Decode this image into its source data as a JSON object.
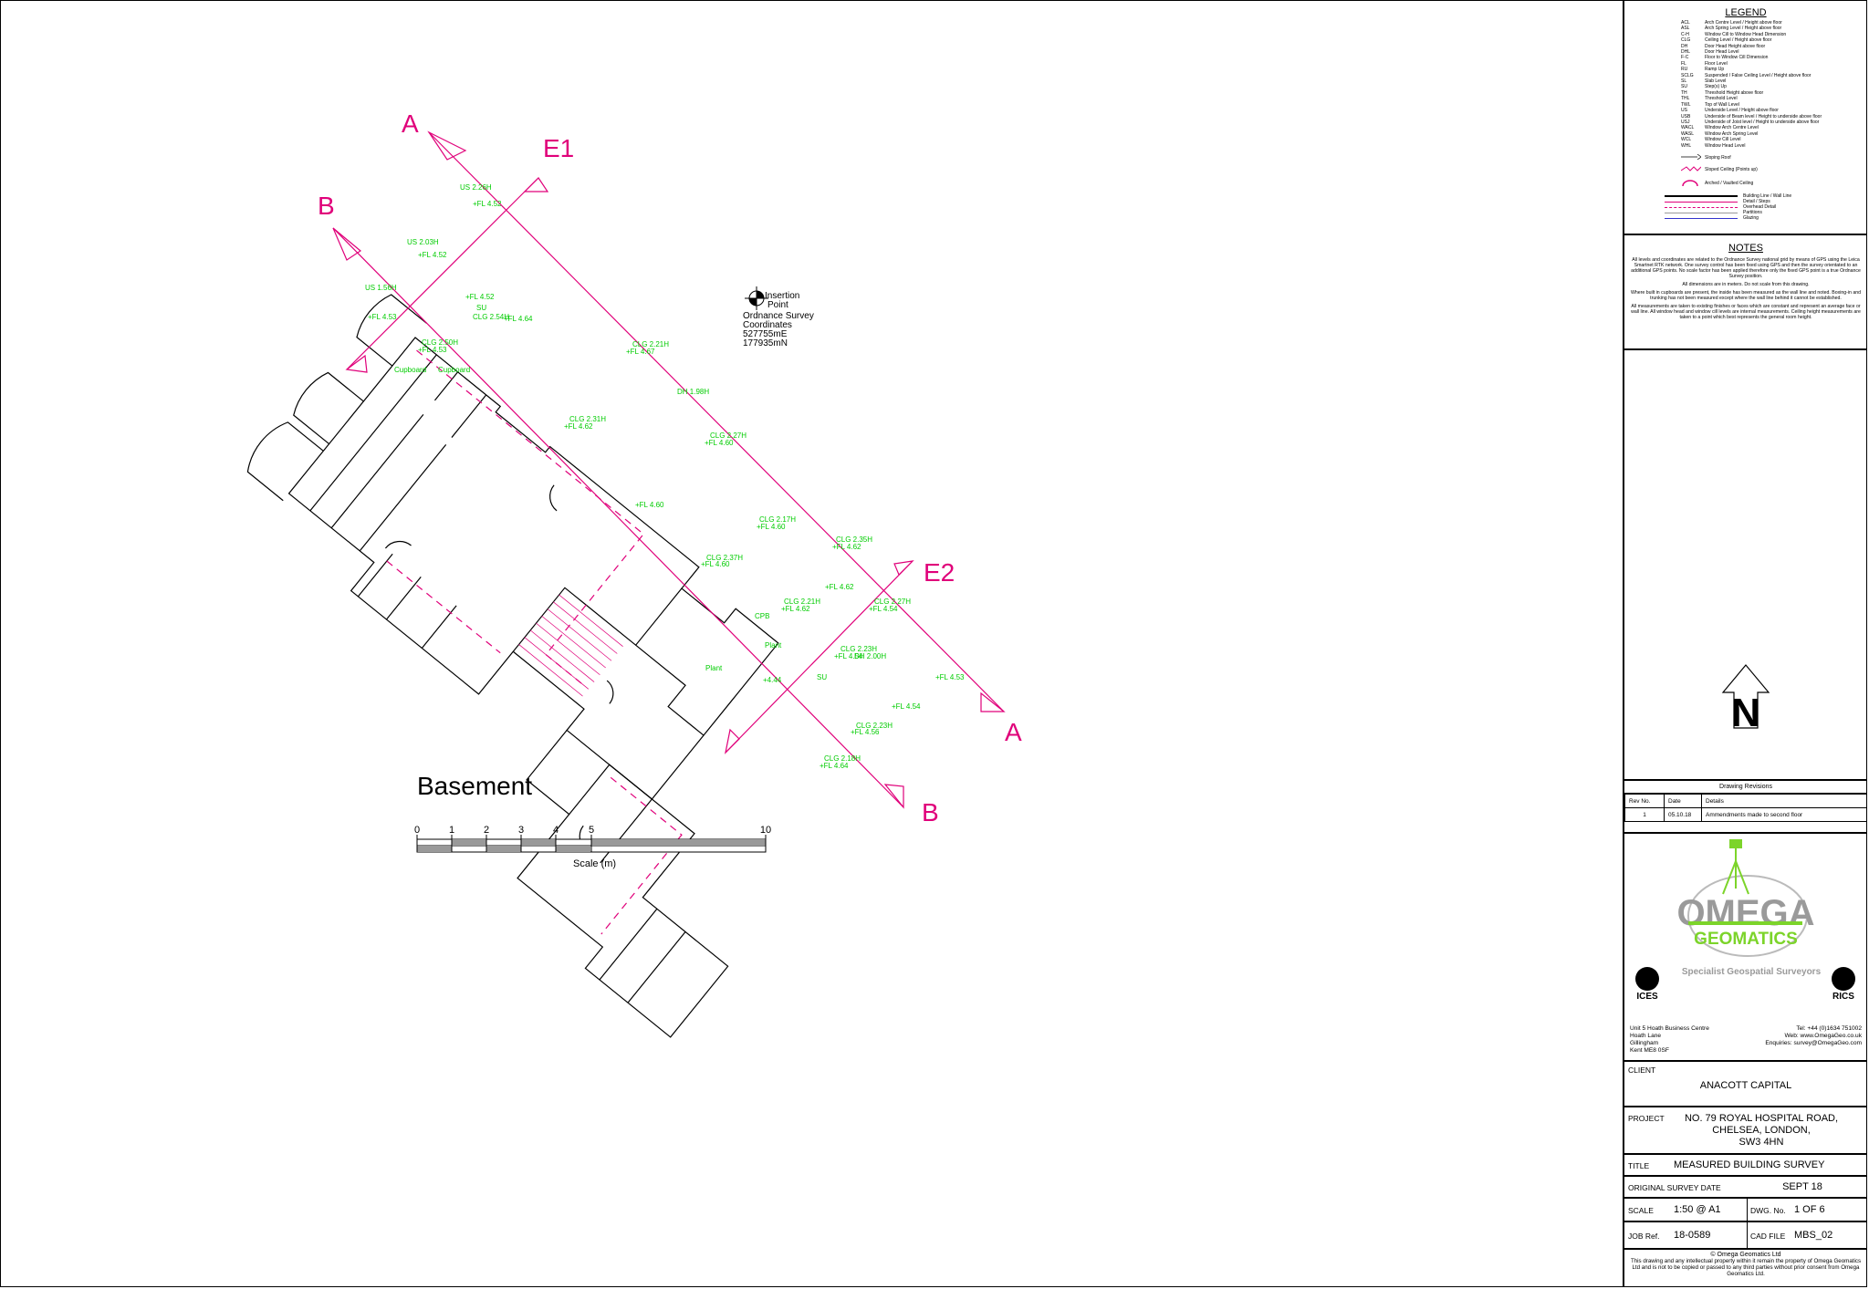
{
  "plan": {
    "title": "Basement",
    "section_marks": {
      "a": "A",
      "b": "B",
      "e1": "E1",
      "e2": "E2"
    },
    "insertion": {
      "label": [
        "Insertion",
        "Point"
      ],
      "coords": [
        "Ordnance Survey",
        "Coordinates",
        "527755mE",
        "177935mN"
      ]
    },
    "scale": {
      "ticks": [
        "0",
        "1",
        "2",
        "3",
        "4",
        "5",
        "10"
      ],
      "caption": "Scale (m)"
    },
    "north_label": "N",
    "room_labels": [
      "US 1.56H",
      "+FL 4.53",
      "US 2.03H",
      "+FL 4.52",
      "US 2.26H",
      "+FL 4.52",
      "CLG 2.54H",
      "+FL 4.52",
      "+FL 4.64",
      "CLG 2.50H",
      "+FL 4.53",
      "CLG 2.21H",
      "+FL 4.67",
      "CLG 2.31H",
      "+FL 4.62",
      "CLG 2.27H",
      "+FL 4.60",
      "+FL 4.60",
      "CLG 2.37H",
      "+FL 4.60",
      "CLG 2.17H",
      "+FL 4.60",
      "CLG 2.35H",
      "+FL 4.62",
      "CLG 2.21H",
      "+FL 4.62",
      "+FL 4.62",
      "CLG 2.23H",
      "+FL 4.54",
      "+FL 4.53",
      "CLG 2.27H",
      "+FL 4.54",
      "+FL 4.54",
      "CLG 2.23H",
      "+FL 4.56",
      "CLG 2.18H",
      "+FL 4.64",
      "+4.44",
      "Plant",
      "Plant",
      "SU",
      "SU",
      "DH 1.98H",
      "DH 2.00H",
      "Cupboard",
      "Cupboard",
      "CPB"
    ]
  },
  "legend": {
    "title": "LEGEND",
    "items": [
      {
        "k": "ACL",
        "v": "Arch Centre Level / Height above floor"
      },
      {
        "k": "ASL",
        "v": "Arch Spring Level / Height above floor"
      },
      {
        "k": "C-H",
        "v": "Window Cill to Window Head Dimension"
      },
      {
        "k": "CLG",
        "v": "Ceiling Level / Height above floor"
      },
      {
        "k": "DH",
        "v": "Door Head Height above floor"
      },
      {
        "k": "DHL",
        "v": "Door Head Level"
      },
      {
        "k": "F-C",
        "v": "Floor to Window Cill Dimension"
      },
      {
        "k": "FL",
        "v": "Floor Level"
      },
      {
        "k": "RU",
        "v": "Ramp Up"
      },
      {
        "k": "SCLG",
        "v": "Suspended / False Ceiling Level / Height above floor"
      },
      {
        "k": "SL",
        "v": "Slab Level"
      },
      {
        "k": "SU",
        "v": "Step(s) Up"
      },
      {
        "k": "TH",
        "v": "Threshold Height above floor"
      },
      {
        "k": "THL",
        "v": "Threshold Level"
      },
      {
        "k": "TWL",
        "v": "Top of Wall Level"
      },
      {
        "k": "US",
        "v": "Underside Level / Height above floor"
      },
      {
        "k": "USB",
        "v": "Underside of Beam level / Height to underside above floor"
      },
      {
        "k": "USJ",
        "v": "Underside of Joist level / Height to underside above floor"
      },
      {
        "k": "WACL",
        "v": "Window Arch Centre Level"
      },
      {
        "k": "WASL",
        "v": "Window Arch Spring Level"
      },
      {
        "k": "WCL",
        "v": "Window Cill Level"
      },
      {
        "k": "WHL",
        "v": "Window Head Level"
      }
    ],
    "symbols": [
      "Sloping Roof",
      "Sloped Ceiling (Points up)",
      "Arched / Vaulted Ceiling"
    ],
    "lines": [
      {
        "label": "Building Line / Wall Line",
        "color": "#000000"
      },
      {
        "label": "Detail / Steps",
        "color": "#e0007a"
      },
      {
        "label": "Overhead Detail",
        "color": "#e0007a"
      },
      {
        "label": "Partitions",
        "color": "#999999"
      },
      {
        "label": "Glazing",
        "color": "#3333cc"
      }
    ]
  },
  "notes": {
    "title": "NOTES",
    "paras": [
      "All levels and coordinates are related to the Ordnance Survey national grid by means of GPS using the Leica Smartnet RTK network. One survey control has been fixed using GPS and then the survey orientated to an additional GPS points. No scale factor has been applied therefore only the fixed GPS point is a true Ordnance Survey position.",
      "All dimensions are in meters. Do not scale from this drawing.",
      "Where built in cupboards are present, the inside has been measured as the wall line and noted. Boxing-in and trunking has not been measured except where the wall line behind it cannot be established.",
      "All measurements are taken to existing finishes or faces which are constant and represent an average face or wall line. All window head and window cill levels are internal measurements. Ceiling height measurements are taken to a point which best represents the general room height."
    ]
  },
  "revisions": {
    "title": "Drawing Revisions",
    "headers": [
      "Rev No.",
      "Date",
      "Details"
    ],
    "rows": [
      [
        "1",
        "05.10.18",
        "Ammendments made to second floor"
      ]
    ]
  },
  "company": {
    "name_top": "OMEGA",
    "name_bottom": "GEOMATICS",
    "tagline": "Specialist Geospatial Surveyors",
    "logo_ices": "ICES",
    "logo_rics": "RICS",
    "address": [
      "Unit 5 Hoath Business Centre",
      "Hoath Lane",
      "Gillingham",
      "Kent ME8 0SF"
    ],
    "contact": [
      "Tel: +44 (0)1634 751002",
      "Web: www.OmegaGeo.co.uk",
      "Enquiries: survey@OmegaGeo.com"
    ]
  },
  "info": {
    "client_label": "CLIENT",
    "client": "ANACOTT CAPITAL",
    "project_label": "PROJECT",
    "project": [
      "NO. 79 ROYAL HOSPITAL ROAD,",
      "CHELSEA, LONDON,",
      "SW3 4HN"
    ],
    "title_label": "TITLE",
    "title": "MEASURED BUILDING SURVEY",
    "date_label": "ORIGINAL SURVEY DATE",
    "date": "SEPT 18",
    "scale_label": "SCALE",
    "scale": "1:50 @ A1",
    "dwg_label": "DWG. No.",
    "dwg": "1 OF 6",
    "job_label": "JOB Ref.",
    "job": "18-0589",
    "cad_label": "CAD FILE",
    "cad": "MBS_02",
    "copyright": "© Omega Geomatics Ltd",
    "disclaimer": "This drawing and any intellectual property within it remain the property of Omega Geomatics Ltd and is not to be copied or passed to any third parties without prior consent from Omega Geomatics Ltd."
  },
  "colors": {
    "pink": "#e0007a",
    "green": "#00cc00",
    "brand_green": "#7cd42a",
    "brand_grey": "#9a9a9a"
  }
}
